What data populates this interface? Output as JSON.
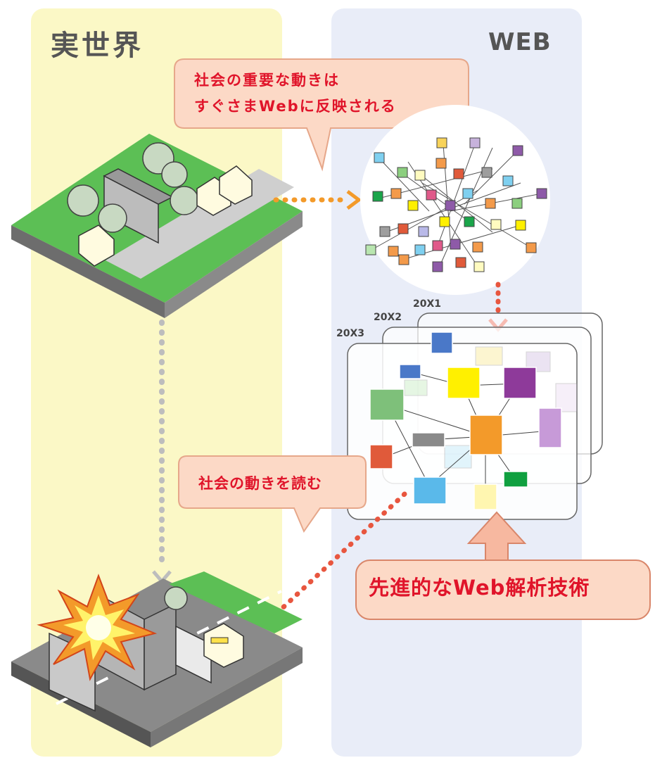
{
  "panels": {
    "real_world": "実世界",
    "web": "WEB"
  },
  "callouts": {
    "reflection": "社会の重要な動きは\nすぐさまWebに反映される",
    "read": "社会の動きを読む",
    "technology": "先進的なWeb解析技術"
  },
  "scales": [
    "20X1",
    "20X2",
    "20X3"
  ],
  "colors": {
    "real_panel": "#fbf8c6",
    "web_panel": "#e9edf8",
    "callout_fill": "#fcd9c6",
    "callout_text": "#e0142a",
    "arrow_orange": "#f39a2a",
    "arrow_red": "#e8563f",
    "arrow_gray": "#bdbdbd",
    "ground_green": "#5cbf55"
  },
  "icons": [
    "town-illustration",
    "explosion-town-illustration",
    "network-graph",
    "clustered-network-stack"
  ]
}
